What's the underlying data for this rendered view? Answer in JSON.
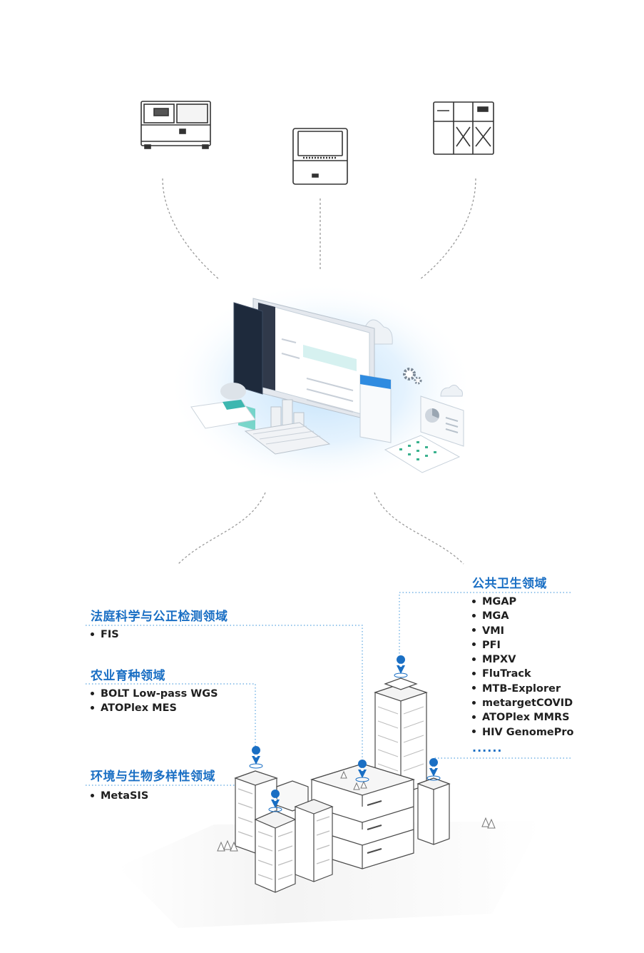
{
  "colors": {
    "accent": "#1a6fc4",
    "line": "#9a9a9a",
    "dotted": "#5aa5e0",
    "building_stroke": "#4a4a4a",
    "glow": "#cfe6fb"
  },
  "devices": [
    {
      "name": "sequencer-left",
      "icon": "benchtop-sequencer-icon"
    },
    {
      "name": "sequencer-center",
      "icon": "compact-sequencer-icon"
    },
    {
      "name": "sequencer-right",
      "icon": "tower-sequencer-icon"
    }
  ],
  "hub": {
    "icon": "bioinformatics-software-platform-icon"
  },
  "domains": {
    "forensic": {
      "title": "法庭科学与公正检测领域",
      "items": [
        "FIS"
      ]
    },
    "agriculture": {
      "title": "农业育种领域",
      "items": [
        "BOLT Low-pass WGS",
        "ATOPlex MES"
      ]
    },
    "environment": {
      "title": "环境与生物多样性领域",
      "items": [
        "MetaSIS"
      ]
    },
    "public_health": {
      "title": "公共卫生领域",
      "items": [
        "MGAP",
        "MGA",
        "VMI",
        "PFI",
        "MPXV",
        "FluTrack",
        "MTB-Explorer",
        "metargetCOVID",
        "ATOPlex MMRS",
        "HIV GenomePro"
      ],
      "more": "......"
    }
  },
  "city": {
    "icon": "city-buildings-icon",
    "pins": [
      "location-pin-icon"
    ]
  }
}
